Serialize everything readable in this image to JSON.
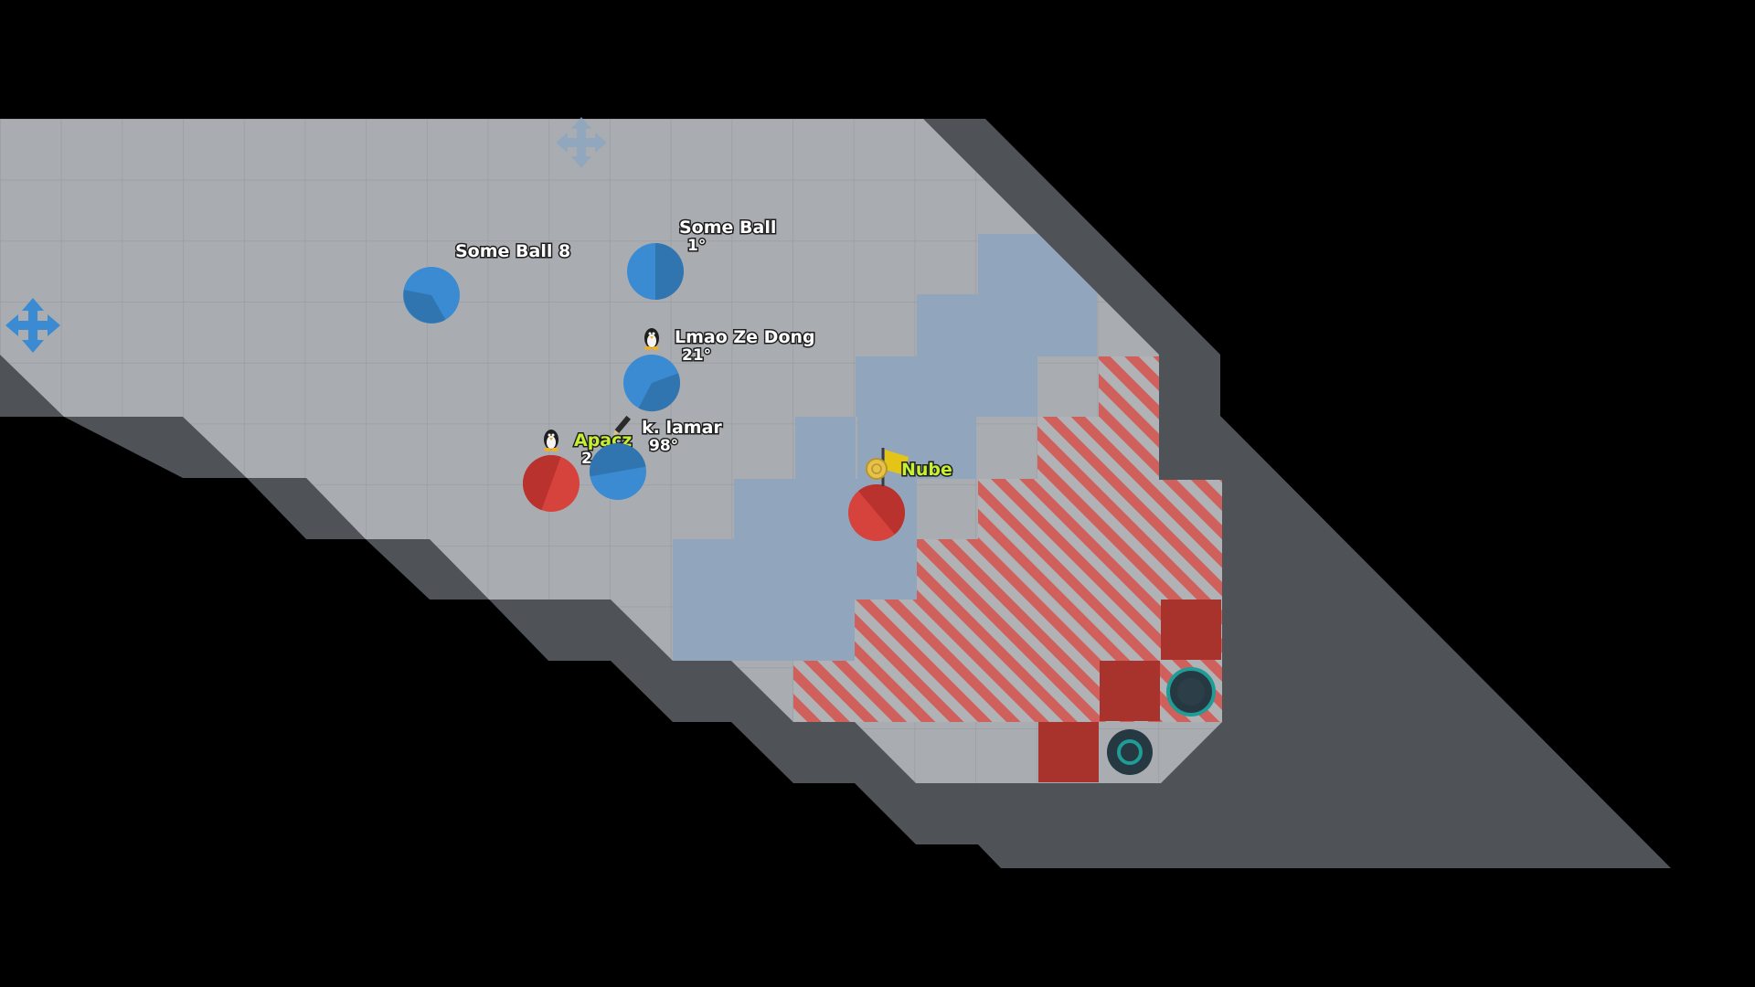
{
  "colors": {
    "background": "#000000",
    "wall": "#4f5357",
    "floor": "#a9adb1",
    "gridline": "#9a9ea2",
    "blue_zone": "#8fa5bd",
    "red_stripe": "#d0605c",
    "red_gate": "#a8332d",
    "blue_team": "#3a8bd1",
    "red_team": "#d6423c",
    "portal_ring": "#1f9c95",
    "highlight_name": "#c6f033"
  },
  "players": [
    {
      "team": "blue",
      "name": "Some Ball 8",
      "degrees": ""
    },
    {
      "team": "blue",
      "name": "Some Ball",
      "degrees": "1°"
    },
    {
      "team": "blue",
      "name": "Lmao Ze Dong",
      "degrees": "21°",
      "icon": "penguin-icon"
    },
    {
      "team": "blue",
      "name": "k. lamar",
      "degrees": "98°",
      "icon": "pencil-icon"
    },
    {
      "team": "red",
      "name": "Apacz",
      "degrees": "2",
      "icon": "penguin-icon",
      "highlighted": true
    },
    {
      "team": "red",
      "name": "Nube",
      "degrees": "",
      "icon": "coin-icon",
      "flag": "yellow-flag-icon",
      "highlighted": true
    }
  ],
  "map_icons": [
    "speed-boost-icon",
    "speed-boost-icon"
  ],
  "map_objects": [
    "portal",
    "portal",
    "red-gate",
    "red-gate",
    "red-gate"
  ]
}
